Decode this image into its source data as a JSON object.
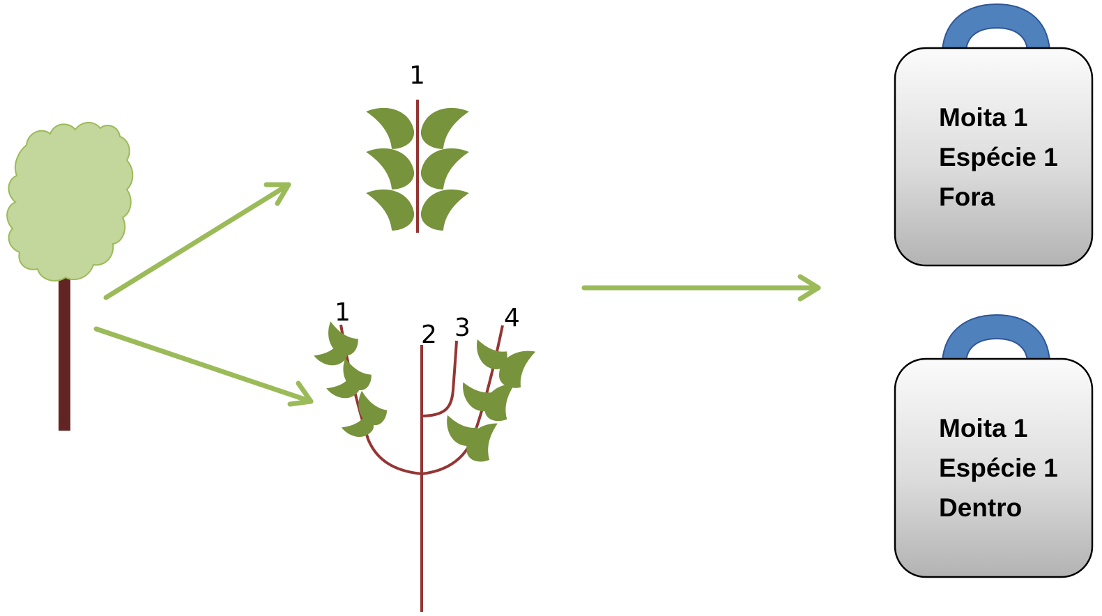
{
  "colors": {
    "arrow": "#9bbb59",
    "tree_crown_fill": "#c3d69b",
    "tree_crown_stroke": "#9bbb59",
    "trunk": "#632523",
    "stem": "#943634",
    "leaf": "#77933c",
    "bag_handle": "#4f81bd",
    "bag_stroke": "#000000"
  },
  "icons": [
    "tree-icon",
    "single-branch-icon",
    "multi-branch-icon",
    "arrow-icon",
    "bag-icon"
  ],
  "single_branch": {
    "number": "1"
  },
  "multi_branch": {
    "numbers": [
      "1",
      "2",
      "3",
      "4"
    ]
  },
  "bags": [
    {
      "line1": "Moita 1",
      "line2": "Espécie 1",
      "line3": "Fora"
    },
    {
      "line1": "Moita 1",
      "line2": "Espécie 1",
      "line3": "Dentro"
    }
  ]
}
